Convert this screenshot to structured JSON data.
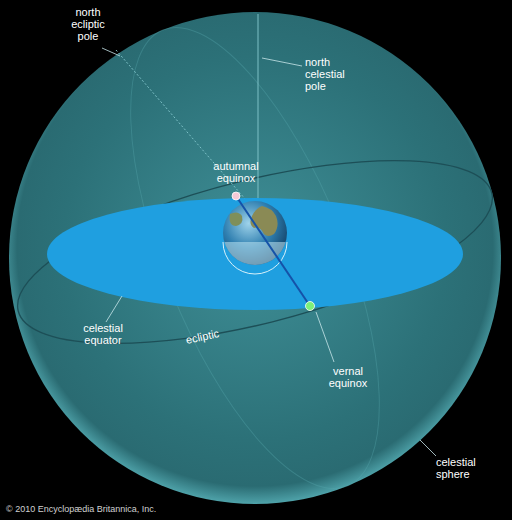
{
  "diagram": {
    "labels": [
      "north ecliptic pole",
      "north celestial pole",
      "autumnal equinox",
      "celestial equator",
      "ecliptic",
      "vernal equinox",
      "celestial sphere",
      "© 2010 Encyclopædia Britannica, Inc."
    ]
  }
}
